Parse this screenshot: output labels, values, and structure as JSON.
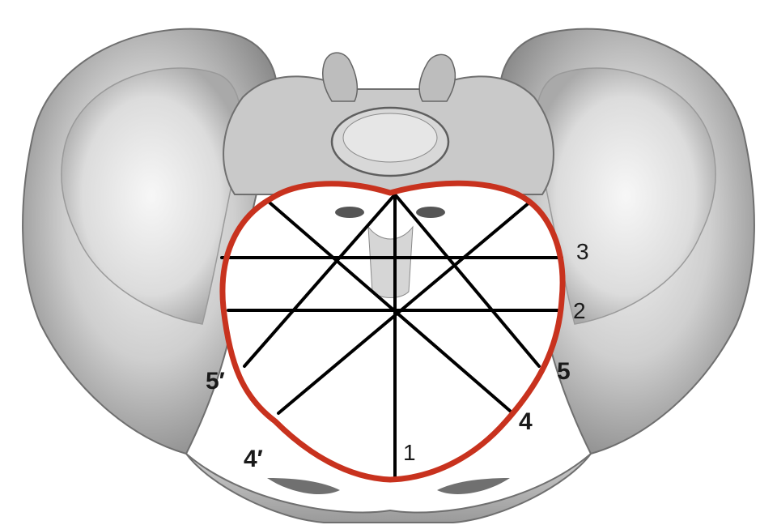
{
  "labels": {
    "l1": "1",
    "l2": "2",
    "l3": "3",
    "l4": "4",
    "l4p": "4′",
    "l5": "5",
    "l5p": "5′"
  },
  "colors": {
    "inlet_outline": "#c8321e",
    "measurement_lines": "#000000",
    "bone": "#d9d9d9",
    "bone_shadow": "#8c8c8c"
  }
}
